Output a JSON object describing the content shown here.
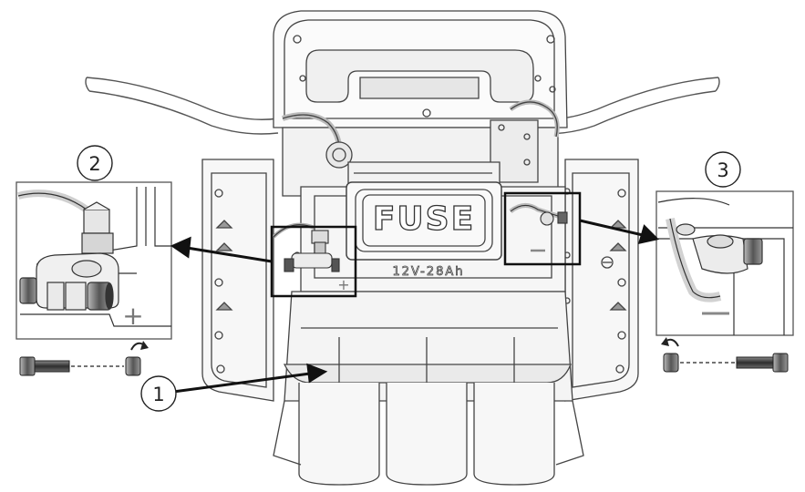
{
  "diagram": {
    "fuse_label": "FUSE",
    "battery_rating": "12V-28Ah",
    "callouts": [
      {
        "id": "1",
        "label": "1"
      },
      {
        "id": "2",
        "label": "2"
      },
      {
        "id": "3",
        "label": "3"
      }
    ],
    "terminal_positive_symbol": "+",
    "terminal_negative_symbol": "−",
    "colors": {
      "line": "#2b2b2b",
      "light_line": "#7a7a7a",
      "fill_light": "#f4f4f4",
      "fill_mid": "#dcdcdc",
      "bolt": "#3a3a3a"
    }
  }
}
